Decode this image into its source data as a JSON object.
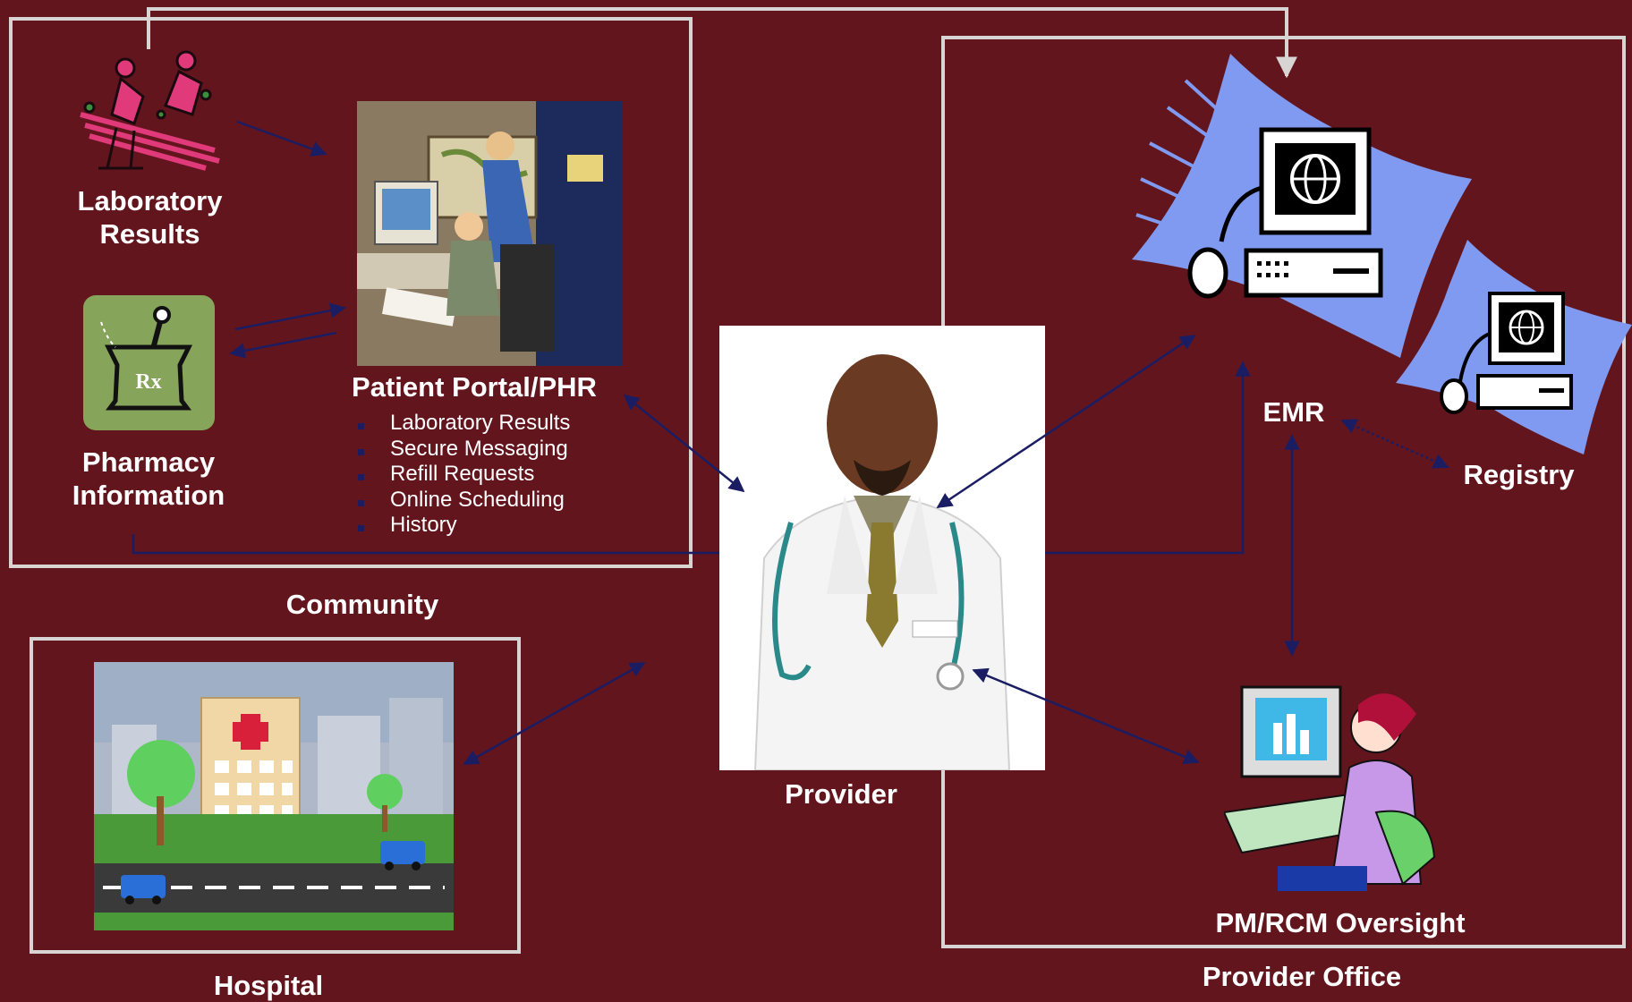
{
  "colors": {
    "background": "#63151d",
    "frame": "#d9d4d4",
    "arrow": "#1b1d63",
    "label": "#ffffff",
    "emr_wave": "#7f9af0",
    "pharmacy_tile": "#86a45a"
  },
  "labels": {
    "laboratory": "Laboratory\nResults",
    "pharmacy": "Pharmacy\nInformation",
    "portal": "Patient Portal/PHR",
    "community": "Community",
    "hospital": "Hospital",
    "provider": "Provider",
    "emr": "EMR",
    "registry": "Registry",
    "pm_rcm": "PM/RCM Oversight",
    "provider_office": "Provider Office"
  },
  "portal_items": [
    "Laboratory Results",
    "Secure Messaging",
    "Refill Requests",
    "Online Scheduling",
    "History"
  ],
  "pharmacy_symbol": "Rx",
  "icons": {
    "laboratory": "lab-technicians-icon",
    "pharmacy": "mortar-pestle-icon",
    "portal": "patient-portal-photo",
    "provider": "doctor-photo",
    "hospital": "hospital-illustration",
    "emr": "computer-globe-icon",
    "registry": "computer-globe-icon",
    "pm_rcm": "office-worker-computer-icon"
  }
}
